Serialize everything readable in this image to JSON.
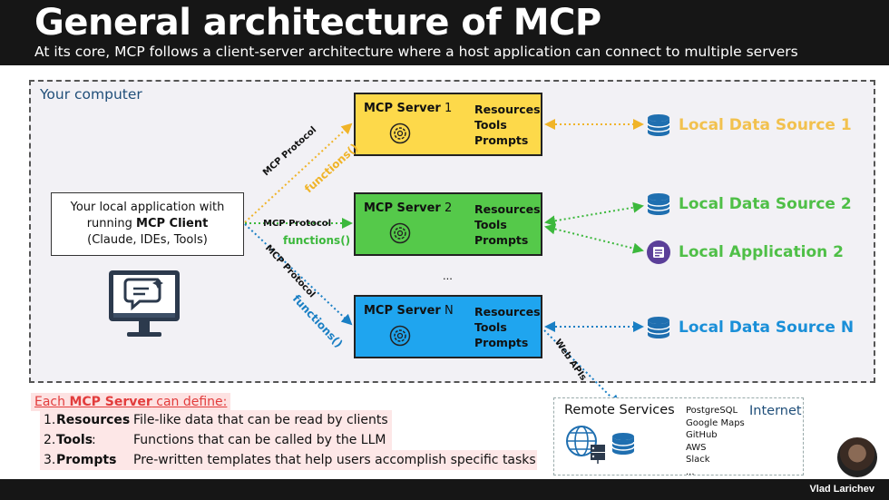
{
  "header": {
    "title": "General architecture of MCP",
    "subtitle": "At its core, MCP follows a client-server architecture where a host application can connect to multiple servers"
  },
  "computer": {
    "label": "Your computer"
  },
  "client": {
    "line1": "Your local application with",
    "line2_prefix": "running ",
    "line2_bold": "MCP Client",
    "line3": "(Claude, IDEs, Tools)",
    "icon": "chat-monitor-icon"
  },
  "servers": [
    {
      "name_bold": "MCP Server",
      "name_num": " 1",
      "caps": [
        "Resources",
        "Tools",
        "Prompts"
      ],
      "color": "#fdd94a"
    },
    {
      "name_bold": "MCP Server",
      "name_num": " 2",
      "caps": [
        "Resources",
        "Tools",
        "Prompts"
      ],
      "color": "#55c94a"
    },
    {
      "name_bold": "MCP Server",
      "name_num": " N",
      "caps": [
        "Resources",
        "Tools",
        "Prompts"
      ],
      "color": "#1fa5ef"
    }
  ],
  "ellipsis": "...",
  "connections": [
    {
      "protocol": "MCP Protocol",
      "func": "functions()",
      "color": "#f0b429"
    },
    {
      "protocol": "MCP Protocol",
      "func": "functions()",
      "color": "#3cb83c"
    },
    {
      "protocol": "MCP Protocol",
      "func": "functions()",
      "color": "#1a7fc4"
    }
  ],
  "data_sources": [
    {
      "label": "Local Data Source 1",
      "color": "#f2c14e",
      "icon": "database-icon"
    },
    {
      "label": "Local Data Source 2",
      "color": "#4fbf47",
      "icon": "database-icon"
    },
    {
      "label": "Local Application 2",
      "color": "#4fbf47",
      "icon": "app-icon"
    },
    {
      "label": "Local Data Source N",
      "color": "#1a8fd8",
      "icon": "database-icon"
    }
  ],
  "web_apis": "Web APIs",
  "capabilities": {
    "title_prefix": "Each ",
    "title_bold": "MCP Server",
    "title_suffix": " can define:",
    "items": [
      {
        "num": "1.",
        "term": "Resources",
        "sep": ":",
        "desc": "File-like data that can be read by clients"
      },
      {
        "num": "2.",
        "term": "Tools",
        "sep": ":",
        "desc": "Functions that can be called by the LLM"
      },
      {
        "num": "3.",
        "term": "Prompts",
        "sep": ":",
        "desc": "Pre-written templates that help users accomplish specific tasks"
      }
    ]
  },
  "remote": {
    "title": "Remote Services",
    "internet": "Internet",
    "services": [
      "PostgreSQL",
      "Google Maps",
      "GitHub",
      "AWS",
      "Slack",
      "..."
    ]
  },
  "footer": {
    "author": "Vlad Larichev"
  }
}
